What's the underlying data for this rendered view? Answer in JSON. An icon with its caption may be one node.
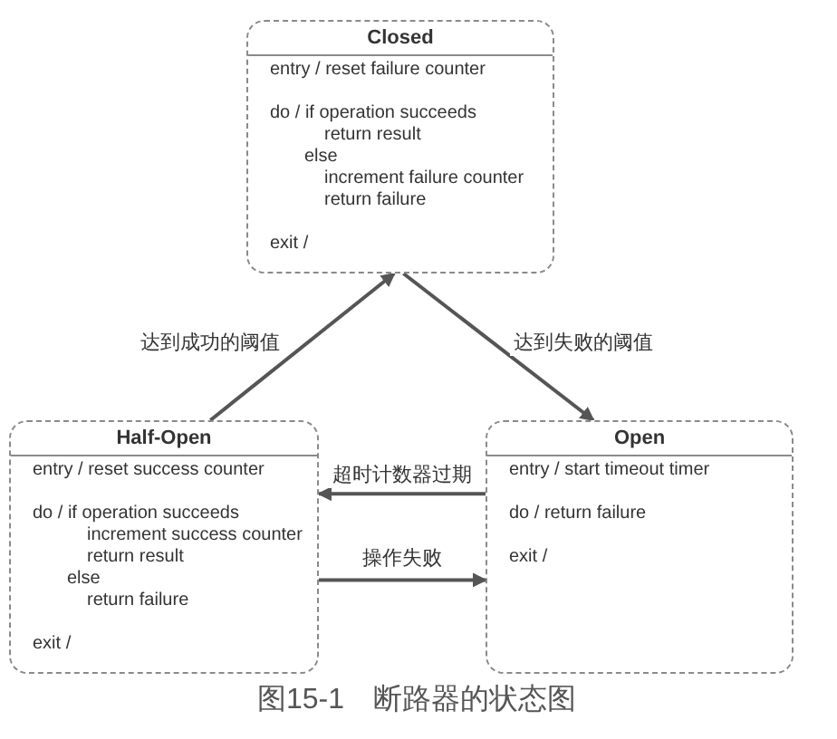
{
  "diagram": {
    "caption": "图15-1　断路器的状态图",
    "nodes": [
      {
        "text": [
          "Closed",
          "entry / reset failure counter",
          "do / if operation succeeds",
          "return result",
          "else",
          "increment failure counter",
          "return failure",
          "exit /"
        ]
      },
      {
        "text": [
          "Half-Open",
          "entry / reset success counter",
          "do / if operation succeeds",
          "increment success counter",
          "return result",
          "else",
          "return failure",
          "exit /"
        ]
      },
      {
        "text": [
          "Open",
          "entry / start timeout timer",
          "do / return failure",
          "exit /"
        ]
      }
    ],
    "edges": [
      {
        "from": 1,
        "to": 0,
        "arrow": "to",
        "label": "达到成功的阈值"
      },
      {
        "from": 0,
        "to": 2,
        "arrow": "to",
        "label": "达到失败的阈值"
      },
      {
        "from": 2,
        "to": 1,
        "arrow": "to",
        "label": "超时计数器过期"
      },
      {
        "from": 1,
        "to": 2,
        "arrow": "to",
        "label": "操作失败"
      }
    ]
  }
}
